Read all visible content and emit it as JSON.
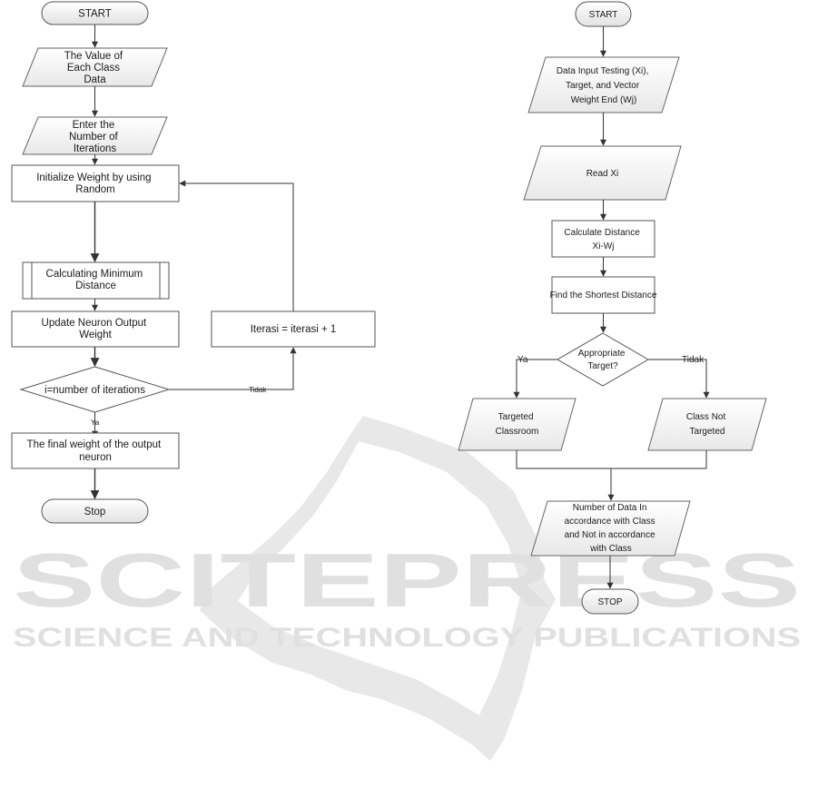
{
  "watermark": {
    "brand": "SCITEPRESS",
    "tagline": "SCIENCE AND TECHNOLOGY PUBLICATIONS"
  },
  "left_flowchart": {
    "start": "START",
    "class_data": [
      "The Value of",
      "Each Class",
      "Data"
    ],
    "iterations_input": [
      "Enter the",
      "Number of",
      "Iterations"
    ],
    "init_weight": [
      "Initialize Weight by using",
      "Random"
    ],
    "min_distance": [
      "Calculating Minimum",
      "Distance"
    ],
    "update_weight": [
      "Update Neuron Output",
      "Weight"
    ],
    "increment": "Iterasi = iterasi + 1",
    "decision": "i=number of iterations",
    "no_label": "Tidak",
    "yes_label": "Ya",
    "final_weight": [
      "The final weight of the output",
      "neuron"
    ],
    "stop": "Stop"
  },
  "right_flowchart": {
    "start": "START",
    "data_input": [
      "Data Input Testing (Xi),",
      "Target, and Vector",
      "Weight End (Wj)"
    ],
    "read": "Read Xi",
    "calc_distance": [
      "Calculate Distance",
      "Xi-Wj"
    ],
    "shortest": "Find the Shortest Distance",
    "decision": [
      "Appropriate",
      "Target?"
    ],
    "yes_label": "Ya",
    "no_label": "Tidak",
    "targeted": [
      "Targeted",
      "Classroom"
    ],
    "not_targeted": [
      "Class Not",
      "Targeted"
    ],
    "count": [
      "Number of Data In",
      "accordance with Class",
      "and Not in accordance",
      "with Class"
    ],
    "stop": "STOP"
  }
}
